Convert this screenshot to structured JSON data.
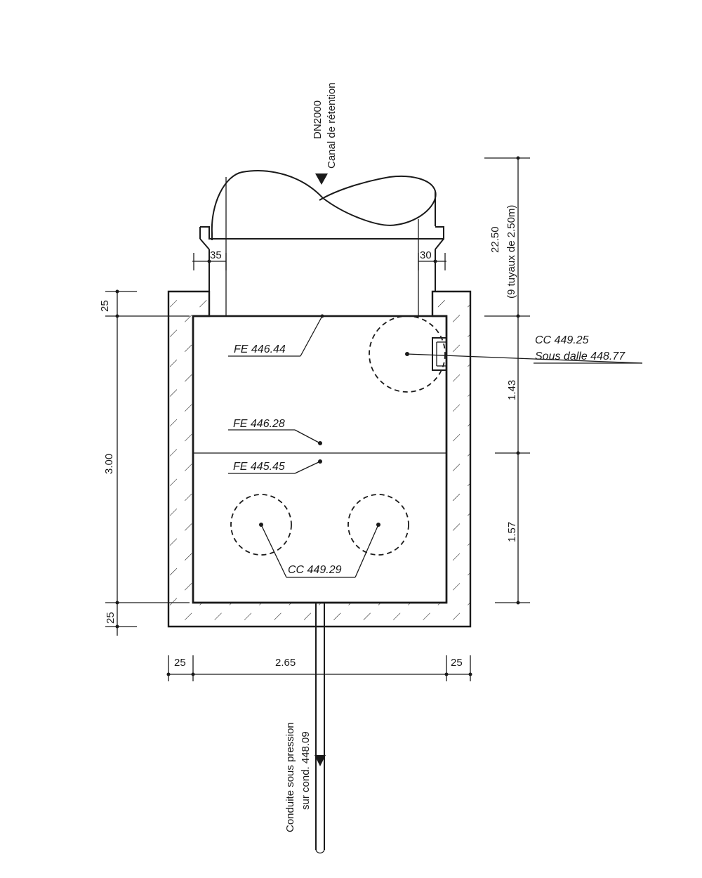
{
  "channel": {
    "line1": "DN2000",
    "line2": "Canal de rétention"
  },
  "pipe_lengths": {
    "value": "22.50",
    "note": "(9 tuyaux de 2.50m)"
  },
  "wall_offsets": {
    "left": "35",
    "right": "30"
  },
  "levels": {
    "fe_top": "FE 446.44",
    "fe_mid": "FE 446.28",
    "fe_low": "FE 445.45",
    "cc_right": "CC 449.25",
    "sous_dalle": "Sous dalle 448.77",
    "cc_bottom": "CC 449.29"
  },
  "dims_left": {
    "top_slab": "25",
    "height": "3.00",
    "bottom_slab": "25"
  },
  "dims_right": {
    "upper": "1.43",
    "lower": "1.57"
  },
  "dims_bottom": {
    "left_wall": "25",
    "width": "2.65",
    "right_wall": "25"
  },
  "outlet": {
    "line1": "Conduite sous pression",
    "line2": "sur cond. 448.09"
  }
}
